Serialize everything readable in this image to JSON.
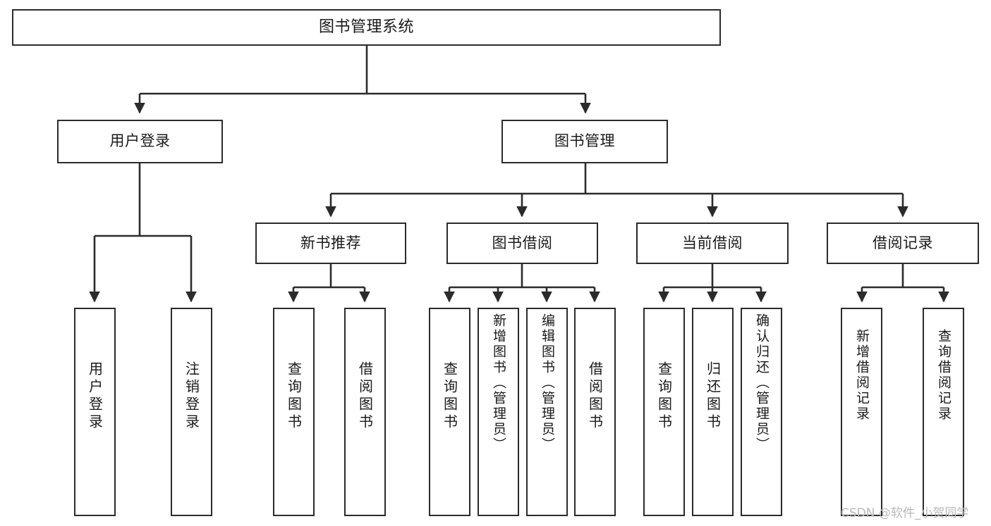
{
  "diagram": {
    "type": "tree-hierarchy-chart",
    "title": "图书管理系统",
    "orientation": "top-down",
    "colors": {
      "box_border": "#2b2b2b",
      "box_fill": "#ffffff",
      "connector": "#2b2b2b",
      "text": "#1a1a1a",
      "watermark": "#b9b9b9"
    },
    "nodes": {
      "root": {
        "label": "图书管理系统"
      },
      "level2": [
        {
          "id": "user-login",
          "label": "用户登录"
        },
        {
          "id": "book-manage",
          "label": "图书管理"
        }
      ],
      "level3": [
        {
          "id": "new-book-recommend",
          "label": "新书推荐"
        },
        {
          "id": "book-borrow",
          "label": "图书借阅"
        },
        {
          "id": "current-borrow",
          "label": "当前借阅"
        },
        {
          "id": "borrow-record",
          "label": "借阅记录"
        }
      ],
      "leaves": {
        "user-login": [
          {
            "id": "leaf-user-login",
            "label": "用户登录"
          },
          {
            "id": "leaf-logout-login",
            "label": "注销登录"
          }
        ],
        "new-book-recommend": [
          {
            "id": "leaf-query-book-1",
            "label": "查询图书"
          },
          {
            "id": "leaf-borrow-book-1",
            "label": "借阅图书"
          }
        ],
        "book-borrow": [
          {
            "id": "leaf-query-book-2",
            "label": "查询图书"
          },
          {
            "id": "leaf-add-book",
            "label": "新增图书（管理员）"
          },
          {
            "id": "leaf-edit-book",
            "label": "编辑图书（管理员）"
          },
          {
            "id": "leaf-borrow-book-2",
            "label": "借阅图书"
          }
        ],
        "current-borrow": [
          {
            "id": "leaf-query-book-3",
            "label": "查询图书"
          },
          {
            "id": "leaf-return-book",
            "label": "归还图书"
          },
          {
            "id": "leaf-confirm-return",
            "label": "确认归还（管理员）"
          }
        ],
        "borrow-record": [
          {
            "id": "leaf-add-borrow-record",
            "label": "新增借阅记录"
          },
          {
            "id": "leaf-query-borrow-record",
            "label": "查询借阅记录"
          }
        ]
      }
    }
  },
  "watermark": {
    "text": "CSDN @软件_小贺同学"
  }
}
